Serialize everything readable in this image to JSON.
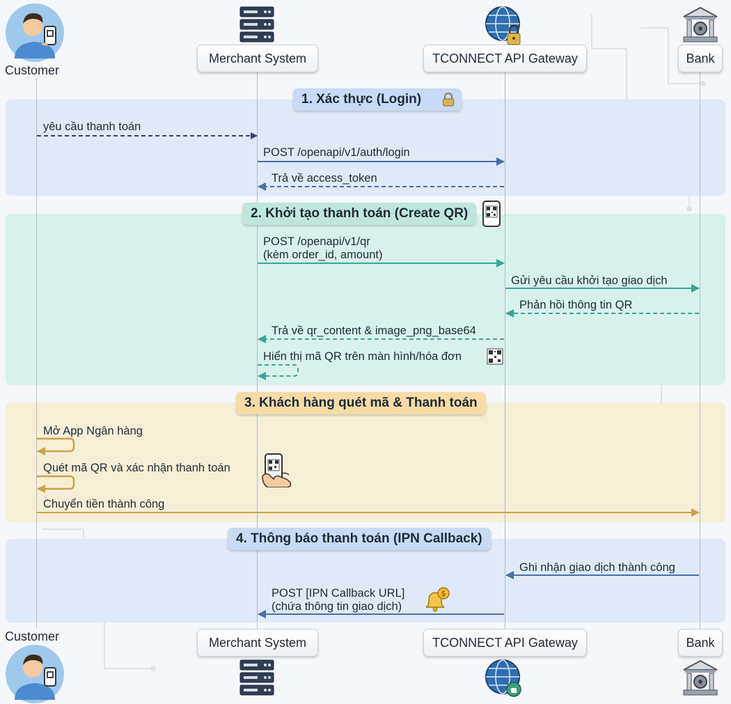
{
  "actors": {
    "customer": "Customer",
    "merchant": "Merchant System",
    "gateway": "TCONNECT API Gateway",
    "bank": "Bank"
  },
  "sections": [
    {
      "title": "1. Xác thực (Login)"
    },
    {
      "title": "2. Khởi tạo thanh toán (Create QR)"
    },
    {
      "title": "3. Khách hàng quét mã & Thanh toán"
    },
    {
      "title": "4. Thông báo thanh toán (IPN Callback)"
    }
  ],
  "messages": {
    "m1": "yêu cầu thanh toán",
    "m2": "POST /openapi/v1/auth/login",
    "m3": "Trả về access_token",
    "m4a": "POST /openapi/v1/qr",
    "m4b": "(kèm order_id, amount)",
    "m5": "Gửi yêu cầu khởi tạo giao dịch",
    "m6": "Phản hồi thông tin QR",
    "m7": "Trả về qr_content & image_png_base64",
    "m8": "Hiển thị mã QR trên màn hình/hóa đơn",
    "m9": "Mở App Ngân hàng",
    "m10": "Quét mã QR và xác nhận thanh toán",
    "m11": "Chuyển tiền thành công",
    "m12": "Ghi nhận giao dịch thành công",
    "m13a": "POST [IPN Callback URL]",
    "m13b": "(chứa thông tin giao dịch)"
  },
  "colors": {
    "band1": "#dfe9f7",
    "band2": "#d8f1ec",
    "band3": "#f6eed6",
    "band4": "#dfe9f7",
    "title1": "#c8daf5",
    "title2": "#bfe6dc",
    "title3": "#f6dba5",
    "title4": "#c8daf5",
    "arrow_blue": "#4a6fa5",
    "arrow_dark": "#33476b",
    "arrow_teal": "#3aa597",
    "arrow_gold": "#c9a24a"
  },
  "icons": [
    "customer-avatar-icon",
    "server-icon",
    "globe-lock-icon",
    "bank-icon",
    "padlock-icon",
    "phone-qr-icon",
    "qr-code-icon",
    "hand-phone-icon",
    "bell-coin-icon"
  ]
}
